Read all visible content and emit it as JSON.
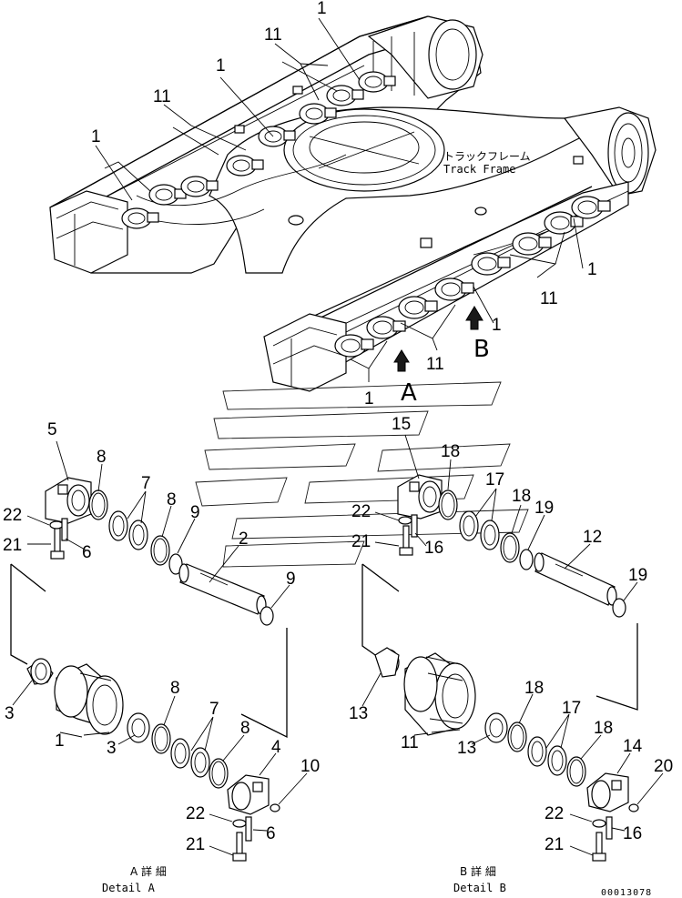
{
  "diagram": {
    "frame_label_jp": "トラックフレーム",
    "frame_label_en": "Track Frame",
    "view_marker_a": "A",
    "view_marker_b": "B",
    "caption_a_jp": "A 詳 細",
    "caption_a_en": "Detail A",
    "caption_b_jp": "B 詳 細",
    "caption_b_en": "Detail B",
    "drawing_number": "00013078"
  },
  "callouts": {
    "top": [
      {
        "id": "t1",
        "text": "1"
      },
      {
        "id": "t11a",
        "text": "11"
      },
      {
        "id": "t1b",
        "text": "1"
      },
      {
        "id": "t11b",
        "text": "11"
      },
      {
        "id": "t1c",
        "text": "1"
      },
      {
        "id": "t1d",
        "text": "1"
      },
      {
        "id": "t11c",
        "text": "11"
      },
      {
        "id": "t1e",
        "text": "1"
      },
      {
        "id": "t11d",
        "text": "11"
      },
      {
        "id": "t1f",
        "text": "1"
      }
    ],
    "detail_a": [
      "5",
      "8",
      "7",
      "8",
      "9",
      "2",
      "9",
      "22",
      "21",
      "6",
      "3",
      "1",
      "3",
      "8",
      "7",
      "8",
      "4",
      "10",
      "22",
      "6",
      "21"
    ],
    "detail_b": [
      "15",
      "18",
      "17",
      "18",
      "19",
      "12",
      "19",
      "22",
      "21",
      "16",
      "13",
      "11",
      "13",
      "18",
      "17",
      "18",
      "14",
      "20",
      "22",
      "16",
      "21"
    ]
  }
}
